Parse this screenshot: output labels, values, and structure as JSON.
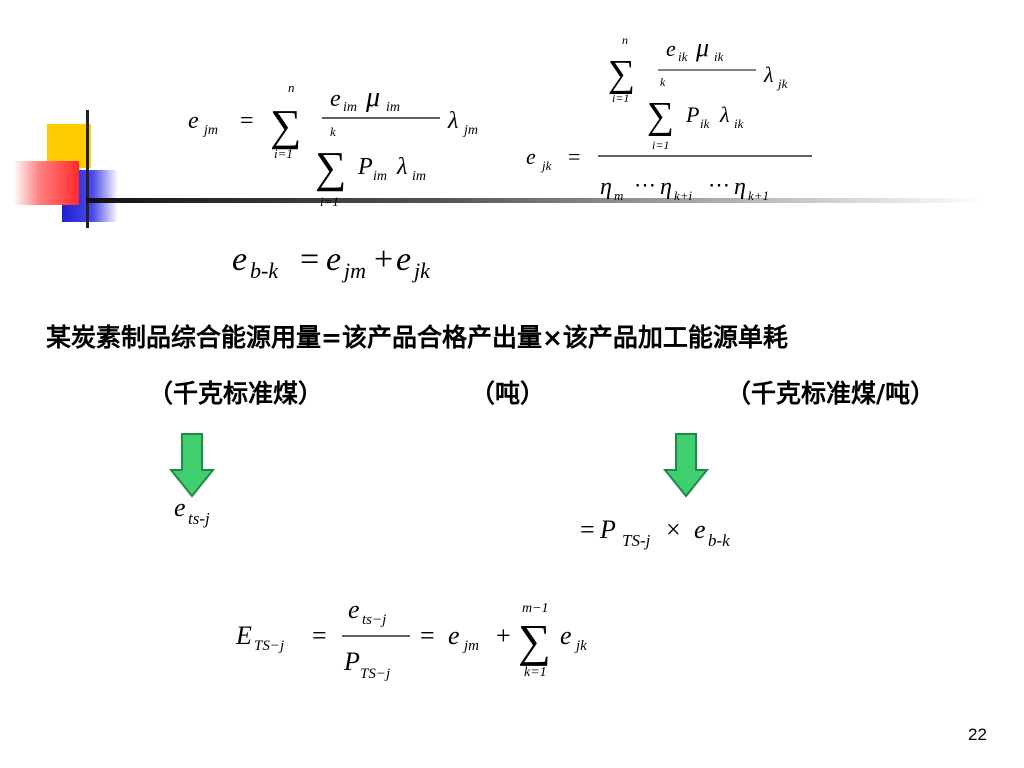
{
  "formula1": {
    "lhs_base": "e",
    "lhs_sub": "jm",
    "eq": "=",
    "sum_top": "n",
    "sum_bot": "i=1",
    "num_e": "e",
    "num_e_sub": "im",
    "num_mu": "μ",
    "num_mu_sub": "im",
    "den_sum_top": "k",
    "den_sum_bot": "i=1",
    "den_p": "P",
    "den_p_sub": "im",
    "den_l": "λ",
    "den_l_sub": "im",
    "lam": "λ",
    "lam_sub": "jm"
  },
  "formula2": {
    "lhs_base": "e",
    "lhs_sub": "jk",
    "eq": "=",
    "sum_top": "n",
    "sum_bot": "i=1",
    "num_e": "e",
    "num_e_sub": "ik",
    "num_mu": "μ",
    "num_mu_sub": "ik",
    "den_sum_top": "k",
    "den_sum_bot": "i=1",
    "den_p": "P",
    "den_p_sub": "ik",
    "den_l": "λ",
    "den_l_sub": "ik",
    "lam": "λ",
    "lam_sub": "jk",
    "eta1": "η",
    "eta1_sub": "m",
    "dots": "⋯",
    "eta2": "η",
    "eta2_sub": "k+i",
    "eta3": "η",
    "eta3_sub": "k+1"
  },
  "formula3": {
    "e1": "e",
    "e1_sub": "b-k",
    "eq": "=",
    "e2": "e",
    "e2_sub": "jm",
    "plus": "+",
    "e3": "e",
    "e3_sub": "jk"
  },
  "text": {
    "line1": "某炭素制品综合能源用量=该产品合格产出量×该产品加工能源单耗",
    "unit1": "（千克标准煤）",
    "unit2": "（吨）",
    "unit3": "（千克标准煤/吨）"
  },
  "left_label": {
    "base": "e",
    "sub": "ts-j"
  },
  "right_label": {
    "eq": "=",
    "p": "P",
    "p_sub": "TS-j",
    "times": "×",
    "e": "e",
    "e_sub": "b-k"
  },
  "formula4": {
    "lhs": "E",
    "lhs_sub": "TS−j",
    "eq": "=",
    "num": "e",
    "num_sub": "ts−j",
    "den": "P",
    "den_sub": "TS−j",
    "eq2": "=",
    "e": "e",
    "e_sub": "jm",
    "plus": "+",
    "sum_top": "m−1",
    "sum_bot": "k=1",
    "e2": "e",
    "e2_sub": "jk"
  },
  "page_number": "22",
  "colors": {
    "arrow_green": "#3fcf6e",
    "arrow_dark": "#1e8a48",
    "deco_yellow": "#ffcc00",
    "deco_blue": "#2b2bd6",
    "deco_red": "#ff3b3b"
  }
}
